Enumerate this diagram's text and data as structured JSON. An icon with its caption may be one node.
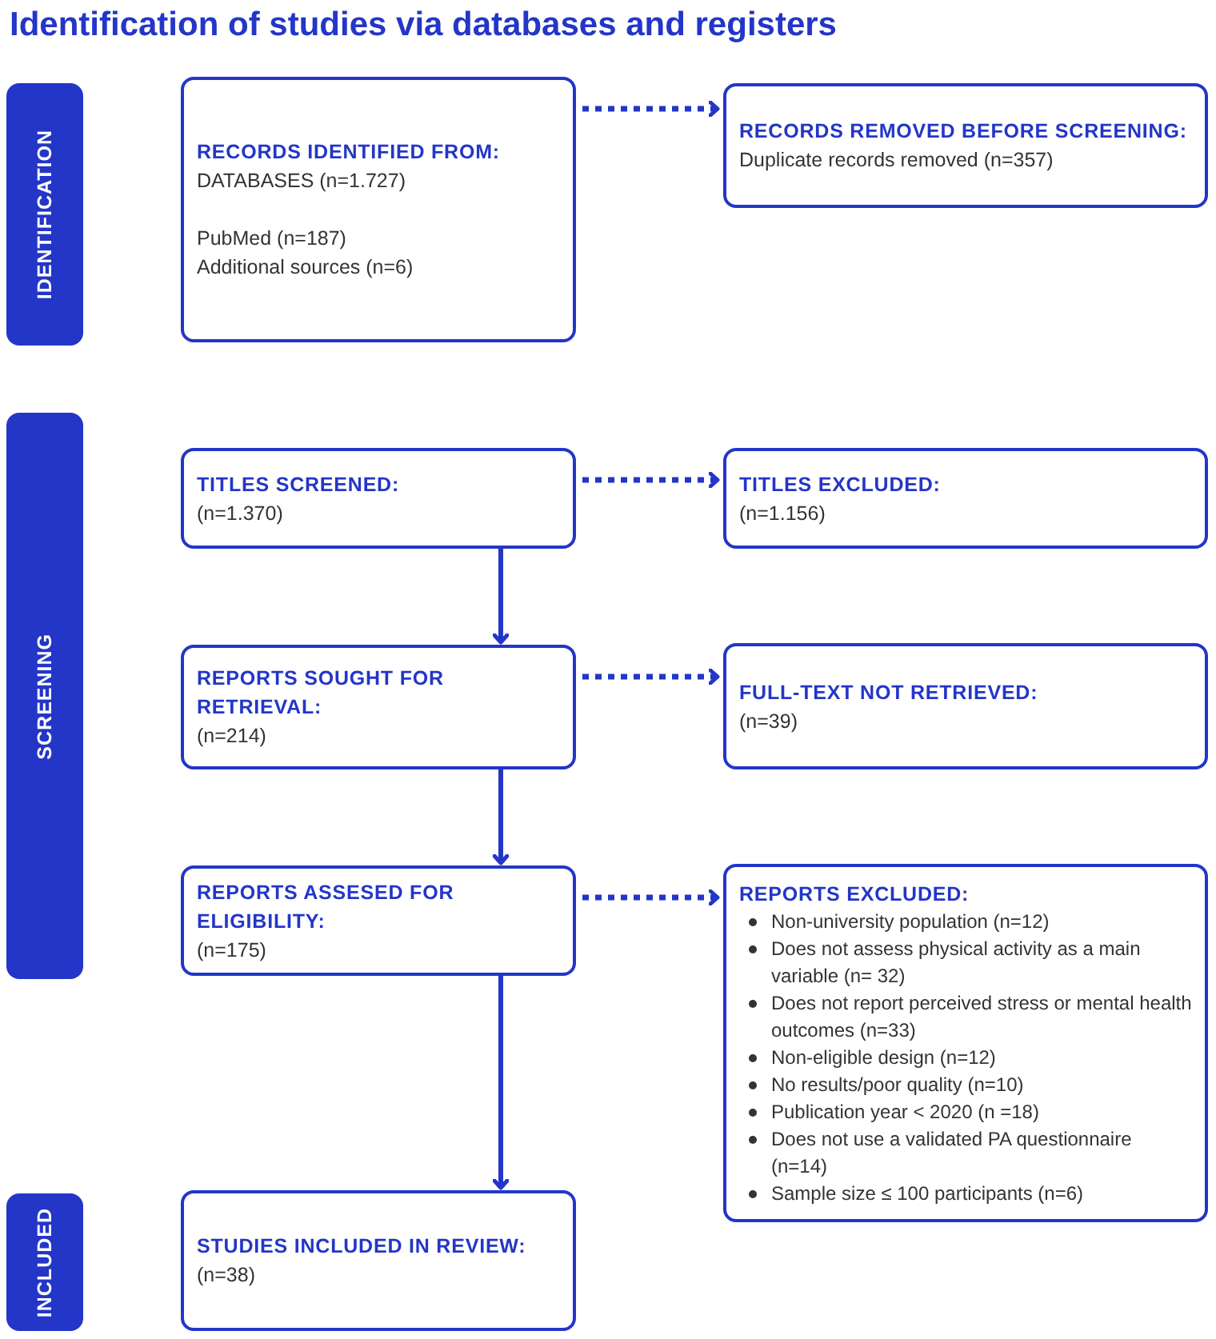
{
  "diagram": {
    "title": "Identification of studies via databases and registers",
    "nodes": [
      {
        "text": [
          "IDENTIFICATION"
        ]
      },
      {
        "text": [
          "RECORDS IDENTIFIED FROM:",
          "DATABASES (n=1.727)",
          "PubMed (n=187)",
          "Additional sources (n=6)"
        ]
      },
      {
        "text": [
          "RECORDS REMOVED BEFORE SCREENING:",
          "Duplicate records removed (n=357)"
        ]
      },
      {
        "text": [
          "SCREENING"
        ]
      },
      {
        "text": [
          "TITLES SCREENED:",
          "(n=1.370)"
        ]
      },
      {
        "text": [
          "TITLES EXCLUDED:",
          "(n=1.156)"
        ]
      },
      {
        "text": [
          "REPORTS SOUGHT FOR RETRIEVAL:",
          "(n=214)"
        ]
      },
      {
        "text": [
          "FULL-TEXT NOT RETRIEVED:",
          "(n=39)"
        ]
      },
      {
        "text": [
          "REPORTS ASSESED FOR ELIGIBILITY:",
          "(n=175)"
        ]
      },
      {
        "text": [
          "REPORTS EXCLUDED:",
          "Non-university population (n=12)",
          "Does not assess physical activity as a main variable (n= 32)",
          "Does not report perceived stress or mental health outcomes (n=33)",
          "Non-eligible design (n=12)",
          "No results/poor quality (n=10)",
          "Publication year < 2020 (n =18)",
          "Does not use a validated PA questionnaire (n=14)",
          "Sample size ≤ 100 participants (n=6)"
        ]
      },
      {
        "text": [
          "INCLUDED"
        ]
      },
      {
        "text": [
          "STUDIES INCLUDED IN REVIEW:",
          "(n=38)"
        ]
      }
    ],
    "edges": [
      {
        "from": 1,
        "to": 2,
        "arrow": "to",
        "style": "dashed"
      },
      {
        "from": 4,
        "to": 5,
        "arrow": "to",
        "style": "dashed"
      },
      {
        "from": 4,
        "to": 6,
        "arrow": "to"
      },
      {
        "from": 6,
        "to": 7,
        "arrow": "to",
        "style": "dashed"
      },
      {
        "from": 6,
        "to": 8,
        "arrow": "to"
      },
      {
        "from": 8,
        "to": 9,
        "arrow": "to",
        "style": "dashed"
      },
      {
        "from": 8,
        "to": 11,
        "arrow": "to"
      }
    ]
  }
}
